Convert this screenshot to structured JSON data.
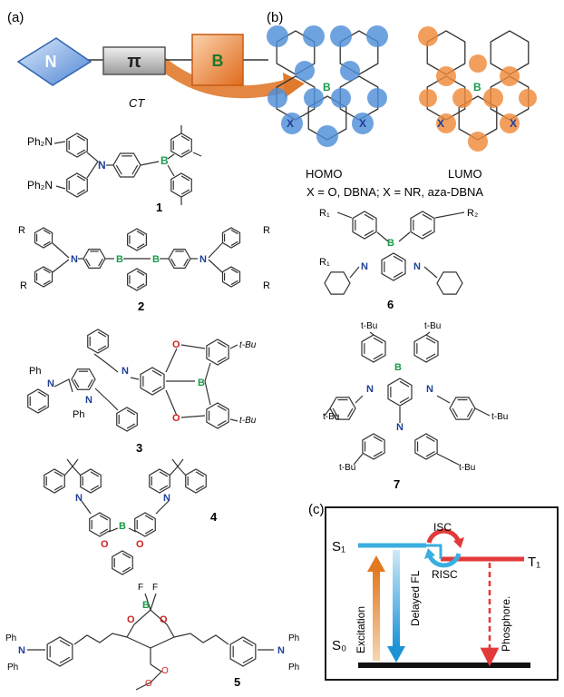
{
  "panels": {
    "a": "(a)",
    "b": "(b)",
    "c": "(c)"
  },
  "scheme": {
    "donor": "N",
    "bridge": "π",
    "acceptor": "B",
    "transfer": "CT"
  },
  "frontier": {
    "homo": "HOMO",
    "lumo": "LUMO",
    "x_label": "X",
    "b_label": "B",
    "definition": "X = O, DBNA; X = NR, aza-DBNA"
  },
  "compounds": {
    "c1": {
      "number": "1",
      "amine_top": "Ph₂N",
      "amine_bottom": "Ph₂N",
      "n_label": "N",
      "b_label": "B"
    },
    "c2": {
      "number": "2",
      "r_labels": [
        "R",
        "R",
        "R",
        "R"
      ],
      "n_labels": [
        "N",
        "N"
      ],
      "b_labels": [
        "B",
        "B"
      ]
    },
    "c3": {
      "number": "3",
      "ph_labels": [
        "Ph",
        "Ph"
      ],
      "n_labels": [
        "N",
        "N",
        "N"
      ],
      "o_labels": [
        "O",
        "O"
      ],
      "b_label": "B",
      "tbu_labels": [
        "t-Bu",
        "t-Bu"
      ]
    },
    "c4": {
      "number": "4",
      "n_labels": [
        "N",
        "N"
      ],
      "o_labels": [
        "O",
        "O"
      ],
      "b_label": "B"
    },
    "c5": {
      "number": "5",
      "f_labels": [
        "F",
        "F"
      ],
      "b_label": "B",
      "o_labels": [
        "O",
        "O",
        "O",
        "O"
      ],
      "n_labels": [
        "N",
        "N"
      ],
      "ph_labels": [
        "Ph",
        "Ph",
        "Ph",
        "Ph"
      ]
    },
    "c6": {
      "number": "6",
      "r1_labels": [
        "R₁",
        "R₁"
      ],
      "r2_label": "R₂",
      "n_labels": [
        "N",
        "N"
      ],
      "b_label": "B"
    },
    "c7": {
      "number": "7",
      "tbu_labels": [
        "t-Bu",
        "t-Bu",
        "t-Bu",
        "t-Bu",
        "t-Bu",
        "t-Bu"
      ],
      "n_labels": [
        "N",
        "N",
        "N"
      ],
      "b_label": "B"
    }
  },
  "jablonski": {
    "s1": "S₁",
    "s0": "S₀",
    "t1": "T₁",
    "isc": "ISC",
    "risc": "RISC",
    "excitation": "Excitation",
    "delayed_fl": "Delayed FL",
    "phosphorescence": "Phosphore."
  },
  "colors": {
    "donor_blue": "#5b8fd6",
    "acceptor_orange": "#e8762b",
    "homo_blue": "#4f8fd8",
    "lumo_orange": "#ef8a3a",
    "nitrogen_text": "#1f3f99",
    "boron_text": "#1a9a4a",
    "oxygen_text": "#d02020",
    "s1_line": "#3aaee0",
    "t1_line": "#e23a3a",
    "excitation_arrow": "#e8963a",
    "fl_arrow": "#2aa0de"
  }
}
